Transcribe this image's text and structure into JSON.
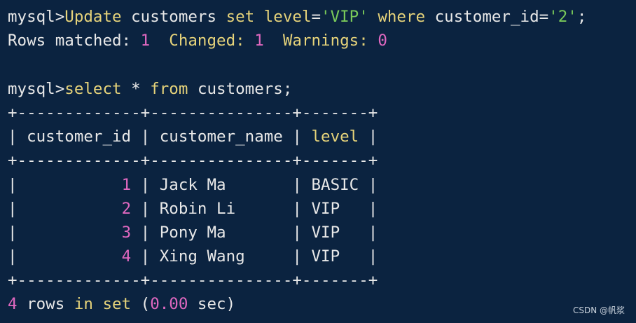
{
  "terminal": {
    "prompt": "mysql>",
    "cmd1": {
      "kw_update": "Update",
      "table": "customers",
      "kw_set": "set",
      "col": "level",
      "eq": "=",
      "val": "'VIP'",
      "kw_where": "where",
      "col2": "customer_id",
      "val2": "'2'",
      "semi": ";"
    },
    "result1": {
      "rows_matched_label": "Rows matched:",
      "rows_matched": "1",
      "changed_label": "Changed:",
      "changed": "1",
      "warnings_label": "Warnings:",
      "warnings": "0"
    },
    "cmd2": {
      "kw_select": "select",
      "star": "*",
      "kw_from": "from",
      "table": "customers;"
    },
    "table": {
      "border_top": "+-------------+---------------+-------+",
      "headers": [
        "customer_id",
        "customer_name",
        "level"
      ],
      "rows": [
        {
          "id": "1",
          "name": "Jack Ma",
          "level": "BASIC"
        },
        {
          "id": "2",
          "name": "Robin Li",
          "level": "VIP"
        },
        {
          "id": "3",
          "name": "Pony Ma",
          "level": "VIP"
        },
        {
          "id": "4",
          "name": "Xing Wang",
          "level": "VIP"
        }
      ]
    },
    "footer": {
      "count": "4",
      "rows": "rows",
      "kw_in": "in",
      "kw_set": "set",
      "time": "(0.00 sec)"
    }
  },
  "watermark": "CSDN @帆浆",
  "colors": {
    "background": "#0b2340",
    "keyword": "#e6d37a",
    "string": "#79c95a",
    "number": "#e068c0",
    "text": "#e8e8e8"
  }
}
